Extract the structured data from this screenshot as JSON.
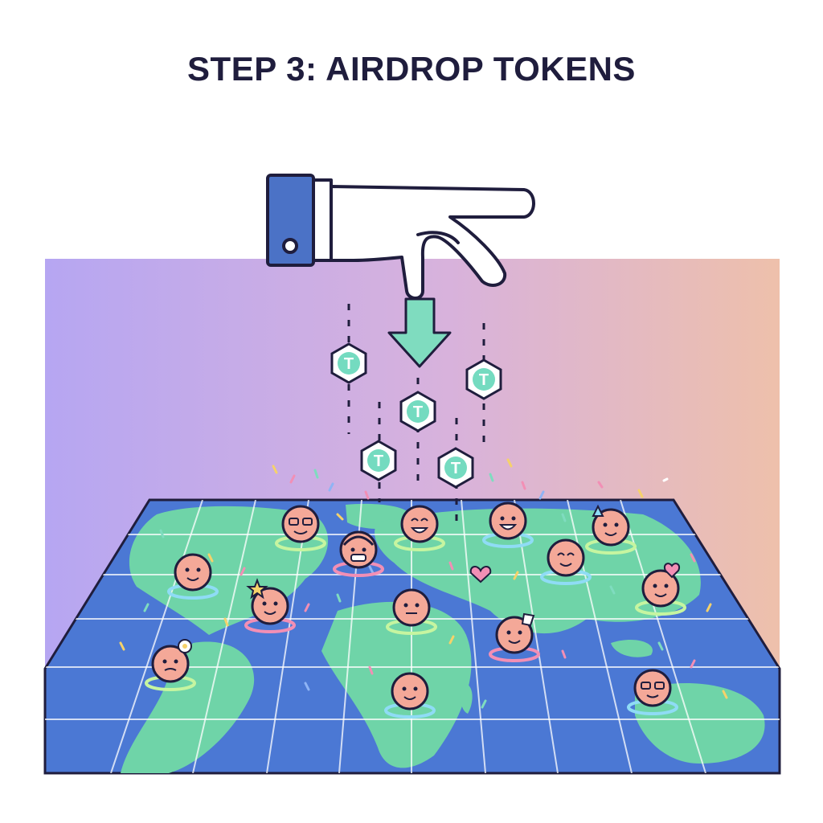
{
  "title": "STEP 3: AIRDROP TOKENS",
  "token_symbol": "T",
  "colors": {
    "title": "#1f1d3d",
    "map_ocean": "#4b78d4",
    "map_land": "#6fd4a8",
    "token": "#74dbc0",
    "arrow": "#7fdcbf",
    "cuff": "#4b72c6",
    "face": "#f4a898"
  },
  "icons": [
    "hand-icon",
    "down-arrow-icon",
    "token-icon",
    "user-avatar-icon",
    "heart-icon",
    "world-map"
  ]
}
